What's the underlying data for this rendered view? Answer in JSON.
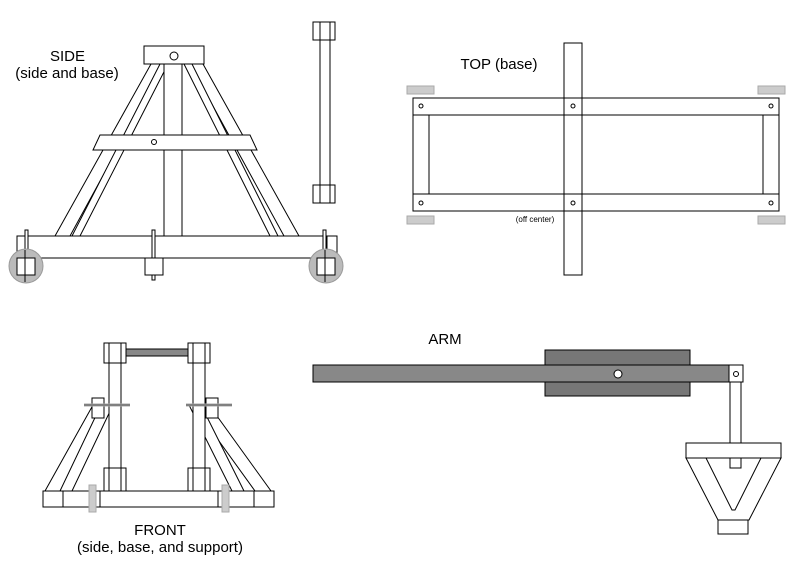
{
  "views": {
    "side": {
      "title": "SIDE",
      "subtitle": "(side and base)"
    },
    "top": {
      "title": "TOP (base)",
      "note": "(off center)"
    },
    "front": {
      "title": "FRONT",
      "subtitle": "(side, base, and support)"
    },
    "arm": {
      "title": "ARM"
    }
  },
  "colors": {
    "line": "#000000",
    "wood": "#ffffff",
    "arm": "#888888",
    "arm_block": "#777777",
    "wheel": "#bbbbbb",
    "wheel_border": "#999999",
    "pad": "#cccccc",
    "bolt": "#bbbbbb"
  }
}
